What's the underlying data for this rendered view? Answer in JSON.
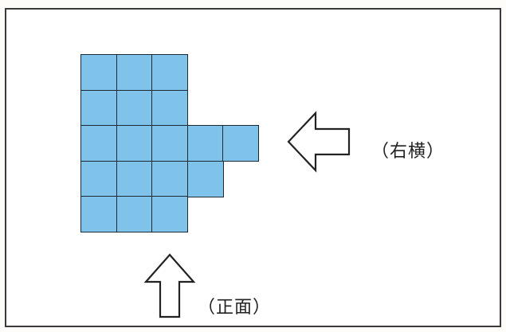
{
  "figure": {
    "columns": 5,
    "rows": 5,
    "cells_per_row": [
      3,
      3,
      5,
      4,
      3
    ],
    "cell_color": "#7fc2ea",
    "border_color": "#1d2a33"
  },
  "views": {
    "right": {
      "label": "（右横）",
      "arrow_direction": "left"
    },
    "front": {
      "label": "（正面）",
      "arrow_direction": "up"
    }
  }
}
